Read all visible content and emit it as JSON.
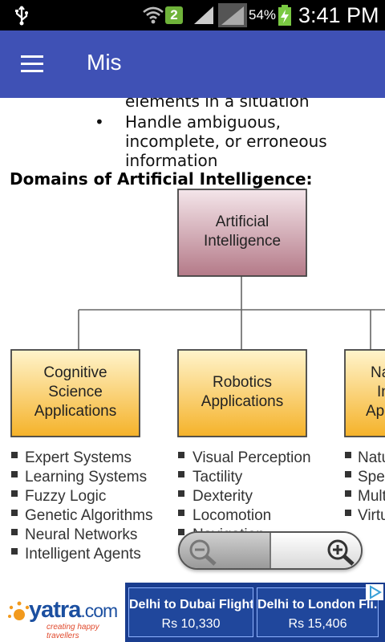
{
  "status_bar": {
    "notification_count": "2",
    "battery_percent": "54%",
    "time": "3:41 PM",
    "icons": [
      "usb-icon",
      "wifi-icon",
      "signal-icon",
      "battery-charging-icon"
    ]
  },
  "app_bar": {
    "title": "Mis",
    "color": "#3f51b5",
    "menu_icon": "hamburger-menu-icon"
  },
  "content": {
    "partial_line": "elements in a situation",
    "bullet_symbol": "•",
    "bullet_text": "Handle ambiguous, incomplete, or erroneous information",
    "heading": "Domains of Artificial Intelligence:"
  },
  "diagram": {
    "root": [
      "Artificial",
      "Intelligence"
    ],
    "branches": [
      {
        "label": [
          "Cognitive",
          "Science",
          "Applications"
        ],
        "items": [
          "Expert Systems",
          "Learning Systems",
          "Fuzzy Logic",
          "Genetic Algorithms",
          "Neural Networks",
          "Intelligent Agents"
        ]
      },
      {
        "label": [
          "Robotics",
          "Applications"
        ],
        "items": [
          "Visual Perception",
          "Tactility",
          "Dexterity",
          "Locomotion",
          "Navigation"
        ]
      },
      {
        "label": [
          "Natu",
          "In",
          "Ap"
        ],
        "items": [
          "Natu",
          "Spe",
          "Mult",
          "Virtu"
        ]
      }
    ]
  },
  "zoom": {
    "zoom_out_icon": "zoom-out-icon",
    "zoom_in_icon": "zoom-in-icon"
  },
  "ad": {
    "brand": "yatra",
    "brand_suffix": ".com",
    "tagline": "creating happy travellers",
    "deals": [
      {
        "title": "Delhi to Dubai Flights",
        "price": "Rs 10,330"
      },
      {
        "title": "Delhi to London Fli...",
        "price": "Rs 15,406"
      }
    ]
  }
}
